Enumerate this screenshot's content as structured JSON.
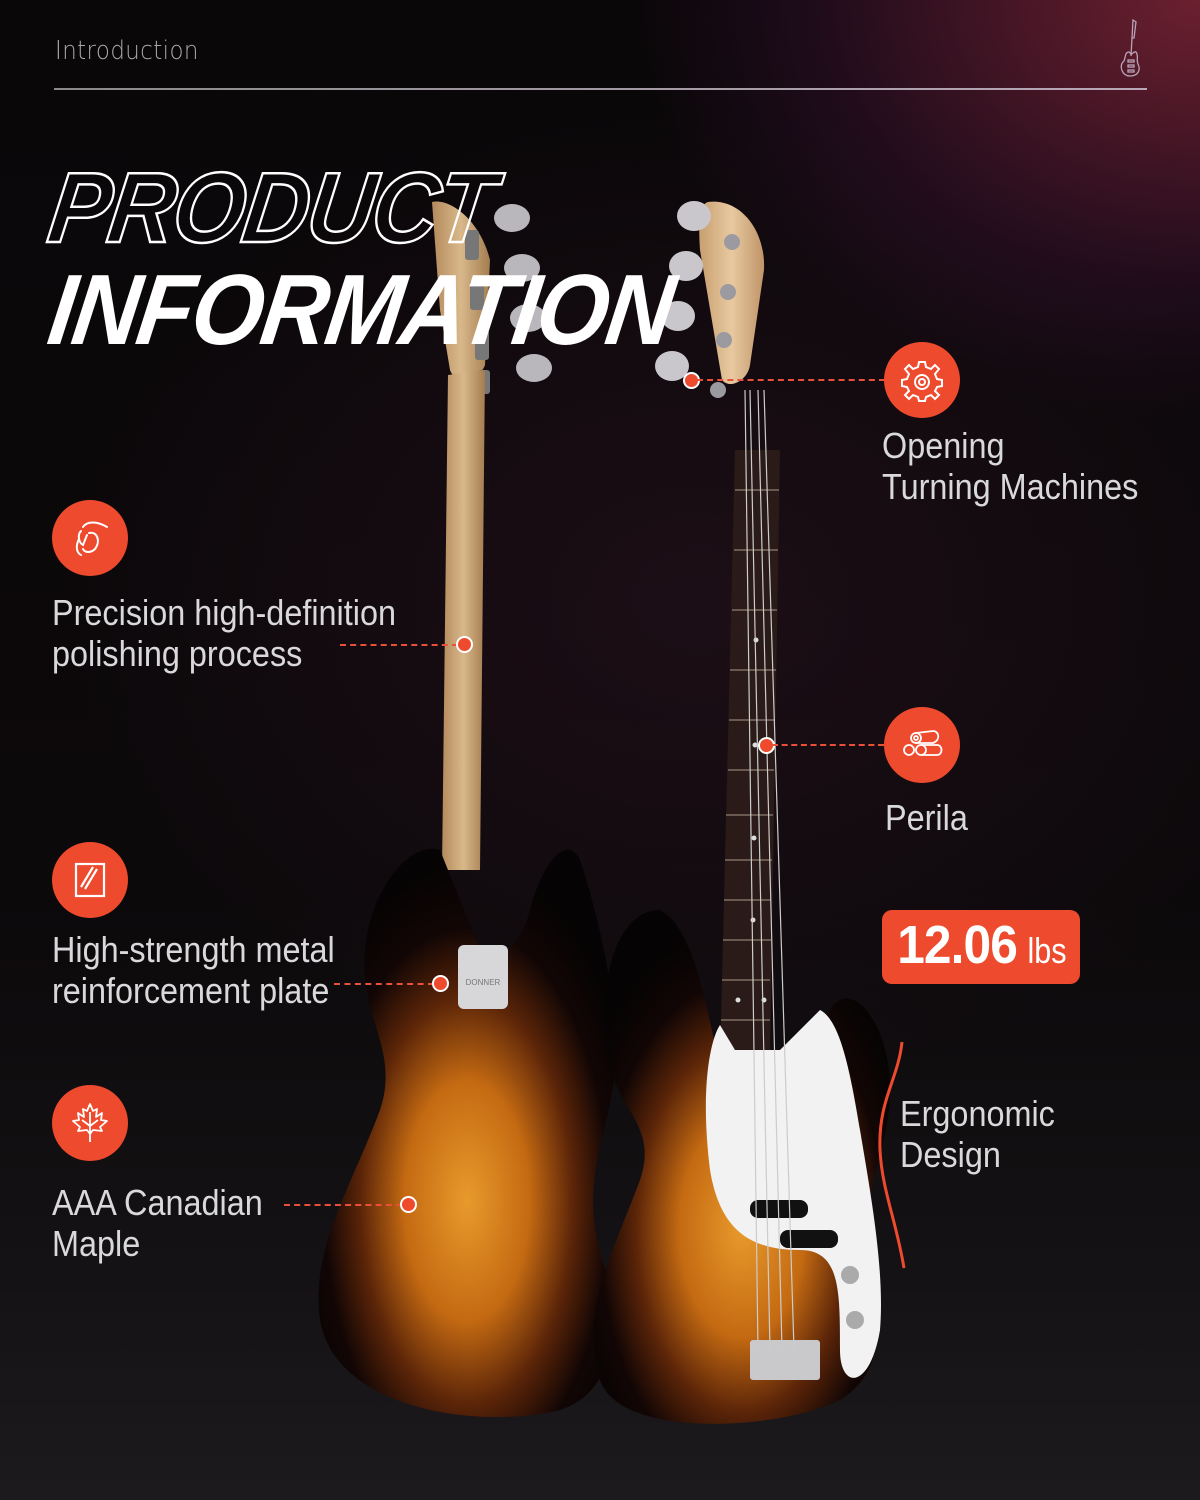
{
  "header": {
    "section_label": "Introduction",
    "icon": "electric-guitar-icon"
  },
  "title": {
    "line1": "PRODUCT",
    "line2": "INFORMATION"
  },
  "features": [
    {
      "id": "polishing",
      "icon": "polishing-hand-icon",
      "text_line1": "Precision high-definition",
      "text_line2": "polishing process"
    },
    {
      "id": "metal-plate",
      "icon": "metal-plate-icon",
      "text_line1": "High-strength metal",
      "text_line2": "reinforcement plate"
    },
    {
      "id": "maple",
      "icon": "maple-leaf-icon",
      "text_line1": "AAA Canadian",
      "text_line2": "Maple"
    },
    {
      "id": "tuning",
      "icon": "gear-icon",
      "text_line1": "Opening",
      "text_line2": "Turning Machines"
    },
    {
      "id": "perila",
      "icon": "wood-logs-icon",
      "text_line1": "Perila",
      "text_line2": ""
    },
    {
      "id": "ergonomic",
      "icon": "curve-line-icon",
      "text_line1": "Ergonomic",
      "text_line2": "Design"
    }
  ],
  "weight": {
    "value": "12.06",
    "unit": "lbs"
  },
  "product": {
    "brand": "DONNER",
    "image": "two sunburst electric bass guitars (front and back view)"
  },
  "colors": {
    "accent": "#ee4a2e",
    "background": "#0a0709",
    "text": "#d9d9db"
  }
}
